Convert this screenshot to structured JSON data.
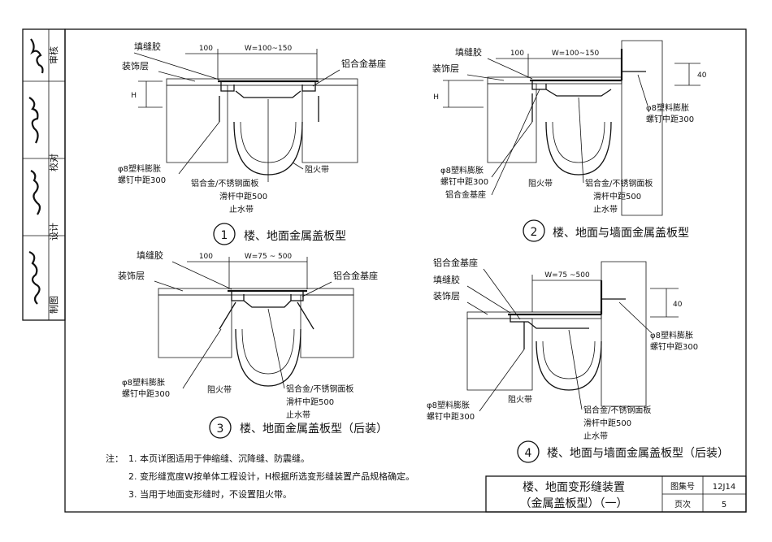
{
  "sidebar": {
    "shenhe": "审核",
    "jiaodui": "校对",
    "sheji": "设计",
    "zhitu": "制图"
  },
  "labels": {
    "tianfengjiao": "填缝胶",
    "zhuangshiceng": "装饰层",
    "jizuo": "铝合金基座",
    "dim100": "100",
    "w1": "W=100~150",
    "w3": "W=75 ~ 500",
    "w4": "W=75 ~500",
    "h": "H",
    "d40": "40",
    "luoding1": "φ8塑料膨胀",
    "luoding2": "螺钉中距300",
    "zuhuodai": "阻火带",
    "mianban": "铝合金/不锈钢面板",
    "huagan": "滑杆中距500",
    "zhishuidai": "止水带"
  },
  "details": [
    {
      "num": "1",
      "title": "楼、地面金属盖板型"
    },
    {
      "num": "2",
      "title": "楼、地面与墙面金属盖板型"
    },
    {
      "num": "3",
      "title": "楼、地面金属盖板型（后装）"
    },
    {
      "num": "4",
      "title": "楼、地面与墙面金属盖板型（后装）"
    }
  ],
  "notes": {
    "prefix": "注：",
    "n1": "1. 本页详图适用于伸缩缝、沉降缝、防震缝。",
    "n2": "2. 变形缝宽度W按单体工程设计，H根据所选变形缝装置产品规格确定。",
    "n3": "3. 当用于地面变形缝时，不设置阻火带。"
  },
  "titleblock": {
    "title1": "楼、地面变形缝装置",
    "title2": "（金属盖板型）（一）",
    "atlas_label": "图集号",
    "atlas_value": "12J14",
    "page_label": "页次",
    "page_value": "5"
  }
}
